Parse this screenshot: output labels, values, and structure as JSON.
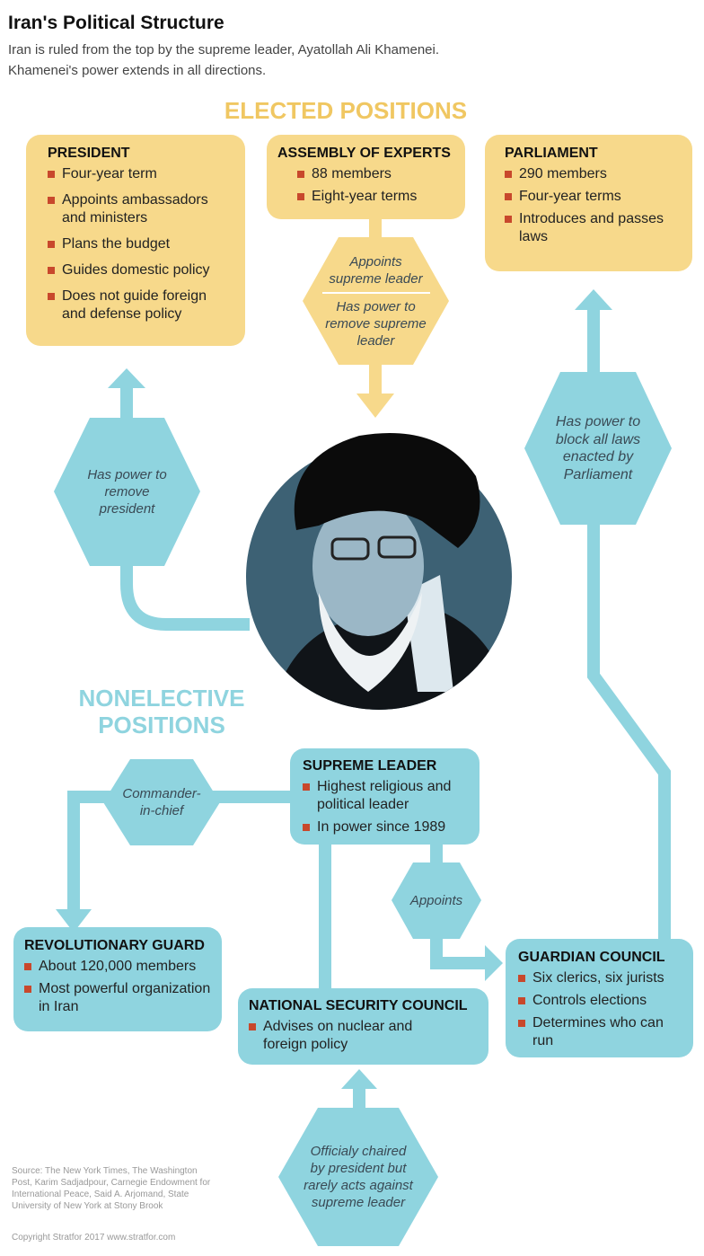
{
  "header": {
    "title": "Iran's Political Structure",
    "subtitle_line1": "Iran is ruled from the top by the supreme leader,  Ayatollah Ali Khamenei.",
    "subtitle_line2": "Khamenei's power extends in all directions."
  },
  "sections": {
    "elected": "ELECTED POSITIONS",
    "nonelective_line1": "NONELECTIVE",
    "nonelective_line2": "POSITIONS"
  },
  "boxes": {
    "president": {
      "title": "PRESIDENT",
      "items": [
        "Four-year term",
        "Appoints ambassadors and ministers",
        "Plans the budget",
        "Guides domestic policy",
        "Does not guide foreign and defense policy"
      ]
    },
    "assembly": {
      "title": "ASSEMBLY OF EXPERTS",
      "items": [
        "88 members",
        "Eight-year terms"
      ]
    },
    "parliament": {
      "title": "PARLIAMENT",
      "items": [
        "290 members",
        "Four-year terms",
        "Introduces and passes laws"
      ]
    },
    "supreme_leader": {
      "title": "SUPREME LEADER",
      "items": [
        "Highest religious and political leader",
        "In power since 1989"
      ]
    },
    "revolutionary_guard": {
      "title": "REVOLUTIONARY GUARD",
      "items": [
        "About 120,000 members",
        "Most powerful organization in Iran"
      ]
    },
    "nsc": {
      "title": "NATIONAL SECURITY COUNCIL",
      "items": [
        "Advises on nuclear and foreign policy"
      ]
    },
    "guardian": {
      "title": "GUARDIAN COUNCIL",
      "items": [
        "Six clerics, six jurists",
        "Controls elections",
        "Determines who can run"
      ]
    }
  },
  "connectors": {
    "assembly_appoints": "Appoints supreme leader",
    "assembly_remove": "Has power to remove supreme leader",
    "remove_president": "Has power to remove president",
    "block_laws": "Has power to block all laws enacted by Parliament",
    "commander": "Commander-in-chief",
    "appoints": "Appoints",
    "chaired": "Officialy chaired by president but rarely acts against supreme leader"
  },
  "footer": {
    "source": "Source: The New York Times, The Washington Post, Karim Sadjadpour, Carnegie Endowment for International Peace, Said A. Arjomand, State University of New York at Stony Brook",
    "copyright": "Copyright Stratfor 2017   www.stratfor.com"
  },
  "colors": {
    "elected": "#f7d98b",
    "elected_title": "#f0c762",
    "nonelective": "#8fd4df",
    "nonelective_title": "#8fd4df",
    "bullet": "#c8482c",
    "portrait_bg": "#3d6174"
  }
}
